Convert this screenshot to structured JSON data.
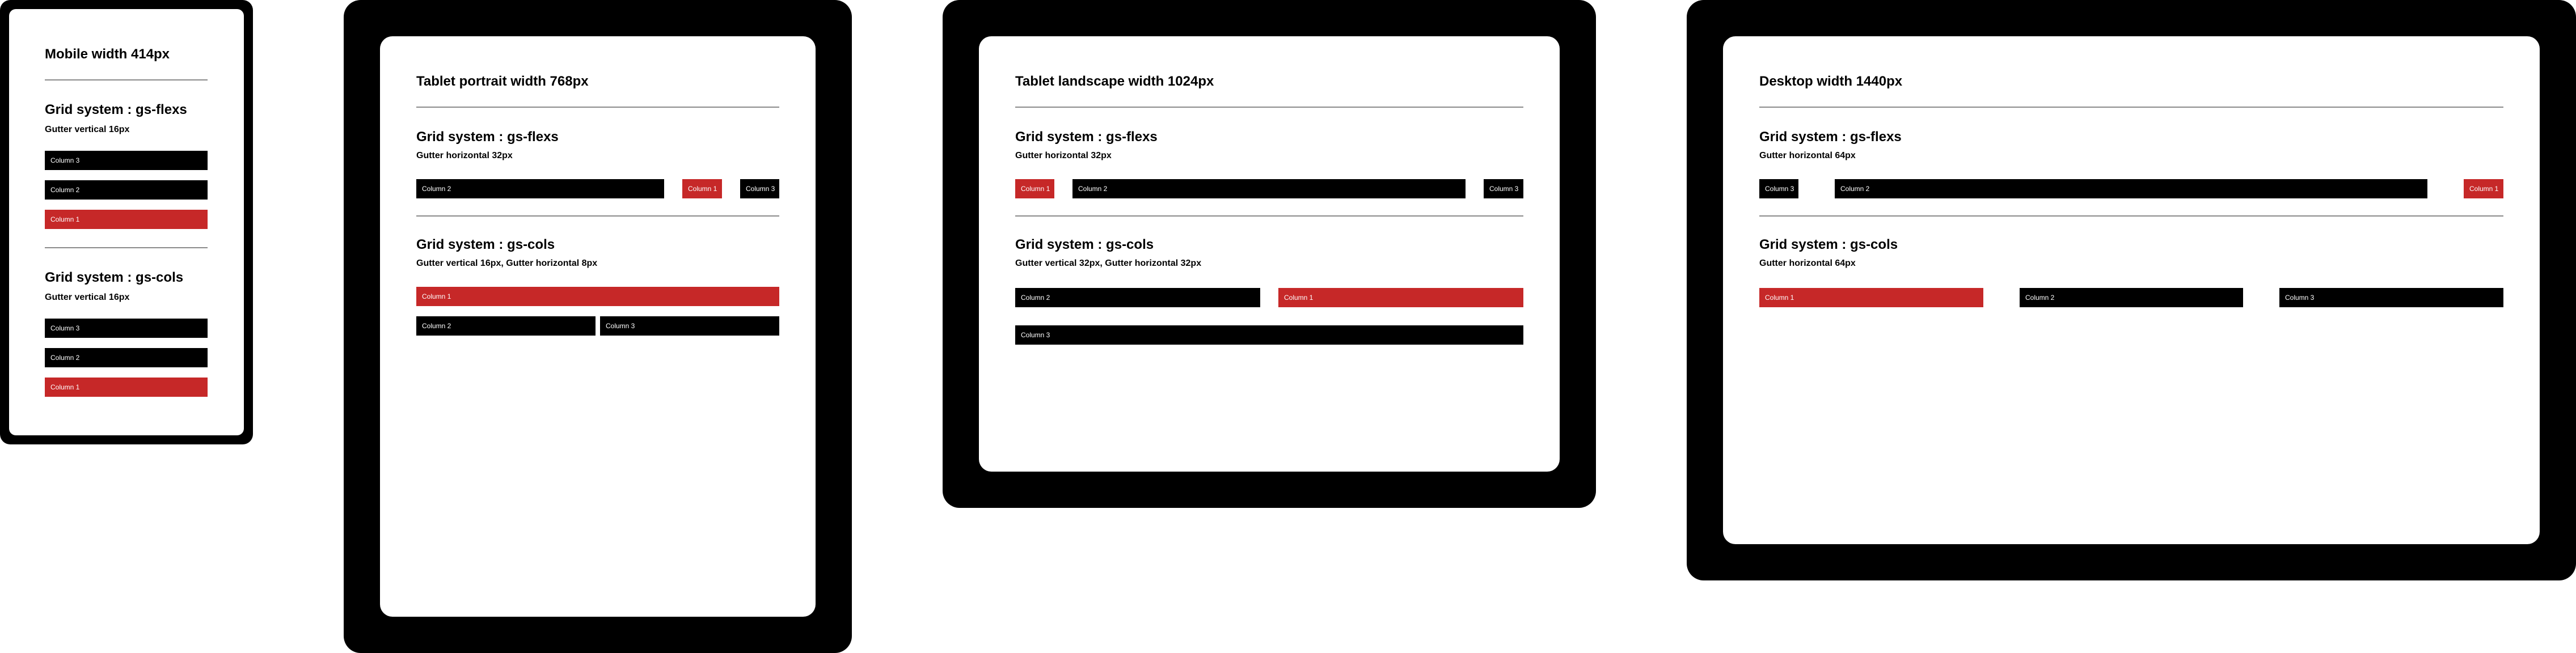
{
  "colors": {
    "frame": "#000000",
    "screen": "#ffffff",
    "column": "#000000",
    "accent": "#c62828",
    "rule": "#8a8a8a"
  },
  "mobile": {
    "title": "Mobile width 414px",
    "flex": {
      "heading": "Grid system : gs-flexs",
      "gutter": "Gutter vertical 16px",
      "columns": [
        "Column 3",
        "Column 2",
        "Column 1"
      ]
    },
    "cols": {
      "heading": "Grid system : gs-cols",
      "gutter": "Gutter vertical 16px",
      "columns": [
        "Column 3",
        "Column 2",
        "Column 1"
      ]
    }
  },
  "tablet_portrait": {
    "title": "Tablet portrait width 768px",
    "flex": {
      "heading": "Grid system : gs-flexs",
      "gutter": "Gutter horizontal 32px",
      "columns": [
        "Column 2",
        "Column 1",
        "Column 3"
      ]
    },
    "cols": {
      "heading": "Grid system : gs-cols",
      "gutter": "Gutter vertical 16px, Gutter horizontal 8px",
      "columns": [
        "Column 1",
        "Column 2",
        "Column 3"
      ]
    }
  },
  "tablet_landscape": {
    "title": "Tablet landscape width 1024px",
    "flex": {
      "heading": "Grid system : gs-flexs",
      "gutter": "Gutter horizontal 32px",
      "columns": [
        "Column 1",
        "Column 2",
        "Column 3"
      ]
    },
    "cols": {
      "heading": "Grid system : gs-cols",
      "gutter": "Gutter vertical 32px, Gutter horizontal 32px",
      "columns": [
        "Column 2",
        "Column 1",
        "Column 3"
      ]
    }
  },
  "desktop": {
    "title": "Desktop width 1440px",
    "flex": {
      "heading": "Grid system : gs-flexs",
      "gutter": "Gutter horizontal 64px",
      "columns": [
        "Column 3",
        "Column 2",
        "Column 1"
      ]
    },
    "cols": {
      "heading": "Grid system : gs-cols",
      "gutter": "Gutter horizontal 64px",
      "columns": [
        "Column 1",
        "Column 2",
        "Column 3"
      ]
    }
  }
}
